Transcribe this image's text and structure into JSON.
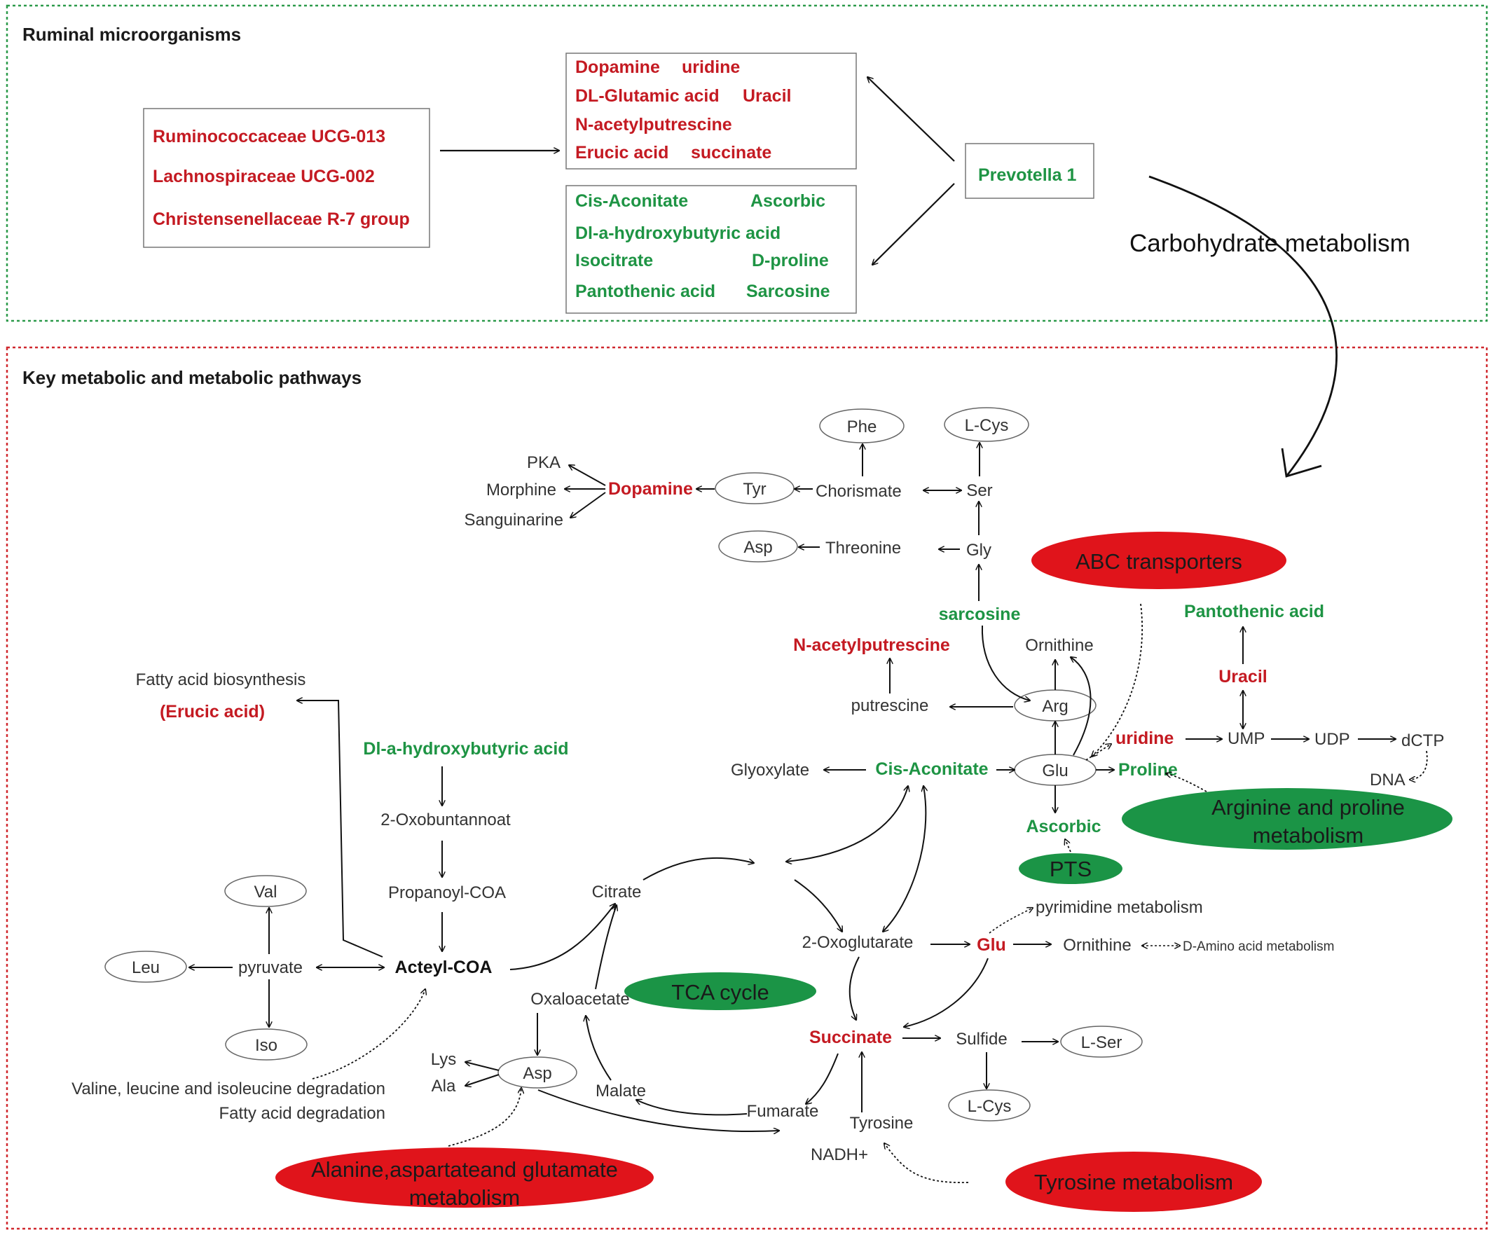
{
  "sections": {
    "top_title": "Ruminal microorganisms",
    "bottom_title": "Key metabolic and metabolic pathways"
  },
  "microbes": {
    "red_taxa": [
      "Ruminococcaceae UCG-013",
      "Lachnospiraceae UCG-002",
      "Christensenellaceae R-7 group"
    ],
    "prevotella": "Prevotella 1",
    "red_metabolites": [
      "Dopamine",
      "uridine",
      "DL-Glutamic acid",
      "Uracil",
      "N-acetylputrescine",
      "Erucic acid",
      "succinate"
    ],
    "green_metabolites": [
      "Cis-Aconitate",
      "Ascorbic",
      "Dl-a-hydroxybutyric acid",
      "Isocitrate",
      "D-proline",
      "Pantothenic acid",
      "Sarcosine"
    ],
    "carb_label": "Carbohydrate metabolism"
  },
  "pathways": [
    "ABC transporters",
    "Arginine and proline metabolism",
    "PTS",
    "TCA cycle",
    "Alanine,aspartateand glutamate metabolism",
    "Tyrosine metabolism"
  ],
  "nodes": {
    "pka": "PKA",
    "morphine": "Morphine",
    "sanguinarine": "Sanguinarine",
    "dopamine": "Dopamine",
    "tyr": "Tyr",
    "chorismate": "Chorismate",
    "phe": "Phe",
    "lcys_top": "L-Cys",
    "ser": "Ser",
    "asp_top": "Asp",
    "threonine": "Threonine",
    "gly": "Gly",
    "sarcosine": "sarcosine",
    "n_acetylputrescine": "N-acetylputrescine",
    "ornithine_top": "Ornithine",
    "putrescine": "putrescine",
    "arg": "Arg",
    "pantothenic": "Pantothenic acid",
    "uracil": "Uracil",
    "uridine": "uridine",
    "ump": "UMP",
    "udp": "UDP",
    "dctp": "dCTP",
    "dna": "DNA",
    "glyoxylate": "Glyoxylate",
    "cis_aconitate": "Cis-Aconitate",
    "glu_top": "Glu",
    "proline": "Proline",
    "ascorbic": "Ascorbic",
    "fatty_acid_biosynthesis": "Fatty acid biosynthesis",
    "erucic": "(Erucic acid)",
    "hydroxybutyric": "Dl-a-hydroxybutyric acid",
    "oxobuntannoat": "2-Oxobuntannoat",
    "propanoyl": "Propanoyl-COA",
    "acetyl_coa": "Acteyl-COA",
    "pyruvate": "pyruvate",
    "val": "Val",
    "leu": "Leu",
    "iso": "Iso",
    "val_deg": "Valine, leucine and isoleucine degradation",
    "fa_deg": "Fatty acid degradation",
    "citrate": "Citrate",
    "oxaloacetate": "Oxaloacetate",
    "malate": "Malate",
    "asp_bottom": "Asp",
    "lys": "Lys",
    "ala": "Ala",
    "oxoglutarate": "2-Oxoglutarate",
    "glu_red": "Glu",
    "ornithine_mid": "Ornithine",
    "d_amino": "D-Amino acid metabolism",
    "pyrimidine": "pyrimidine metabolism",
    "succinate": "Succinate",
    "sulfide": "Sulfide",
    "lser": "L-Ser",
    "lcys_bottom": "L-Cys",
    "fumarate": "Fumarate",
    "tyrosine": "Tyrosine",
    "nadh": "NADH+"
  },
  "colors": {
    "red": "#c41a22",
    "green": "#1e9444",
    "red_pill": "#e0141b",
    "green_pill": "#1b9446"
  }
}
